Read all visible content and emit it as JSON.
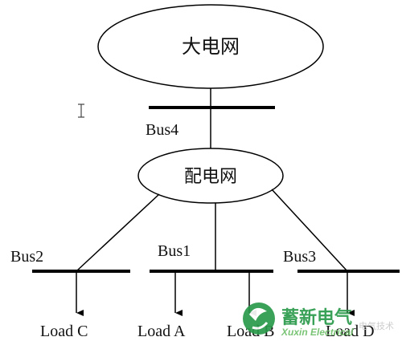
{
  "nodes": {
    "grid_main": "大电网",
    "grid_distribution": "配电网"
  },
  "buses": {
    "bus1": "Bus1",
    "bus2": "Bus2",
    "bus3": "Bus3",
    "bus4": "Bus4"
  },
  "loads": {
    "load_a": "Load A",
    "load_b": "Load B",
    "load_c": "Load C",
    "load_d": "Load D"
  },
  "watermark": {
    "brand_cn": "蓄新电气",
    "brand_en": "Xuxin Electrical",
    "small_text": "电气技术"
  },
  "colors": {
    "line": "#000000",
    "logo_green": "#2a9a4a"
  }
}
